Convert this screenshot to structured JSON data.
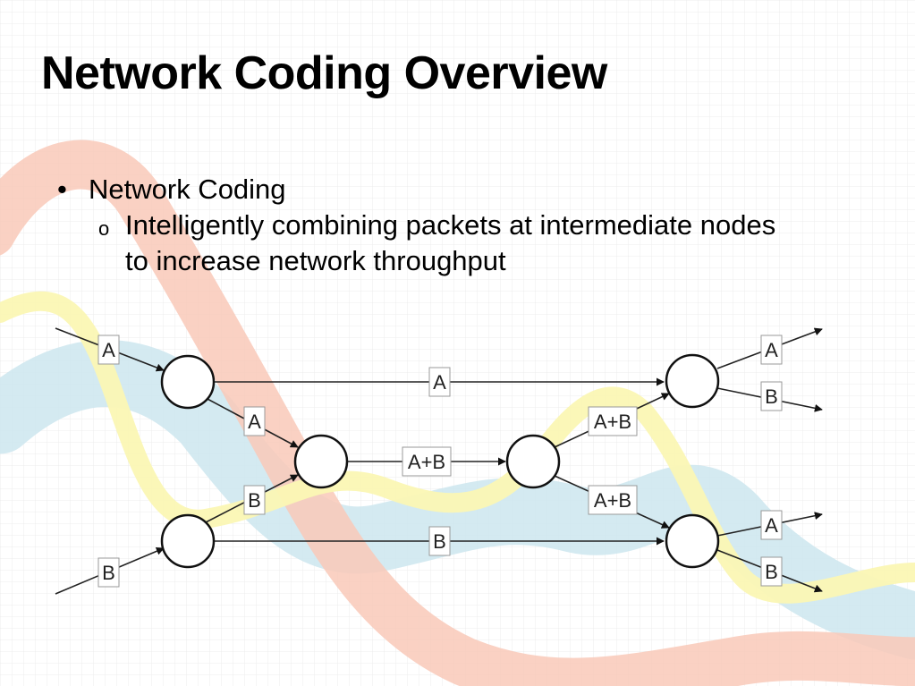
{
  "slide": {
    "title": "Network Coding Overview",
    "bullet": "Network Coding",
    "sub_bullet_line1": "Intelligently combining packets at intermediate nodes",
    "sub_bullet_line2": "to increase network throughput",
    "bullet_marker": "•",
    "sub_bullet_marker": "o"
  },
  "diagram": {
    "labels": {
      "in_a": "A",
      "in_b": "B",
      "top_direct": "A",
      "top_to_mid": "A",
      "bottom_to_mid": "B",
      "mid_link": "A+B",
      "bottom_direct": "B",
      "to_top_right": "A+B",
      "to_bottom_right": "A+B",
      "out_top_a": "A",
      "out_top_b": "B",
      "out_bottom_a": "A",
      "out_bottom_b": "B"
    }
  },
  "colors": {
    "background_wave_salmon": "#f9c9b8",
    "background_wave_yellow": "#fbf7b4",
    "background_wave_blue": "#cfe8ef",
    "grid": "#ececec"
  }
}
